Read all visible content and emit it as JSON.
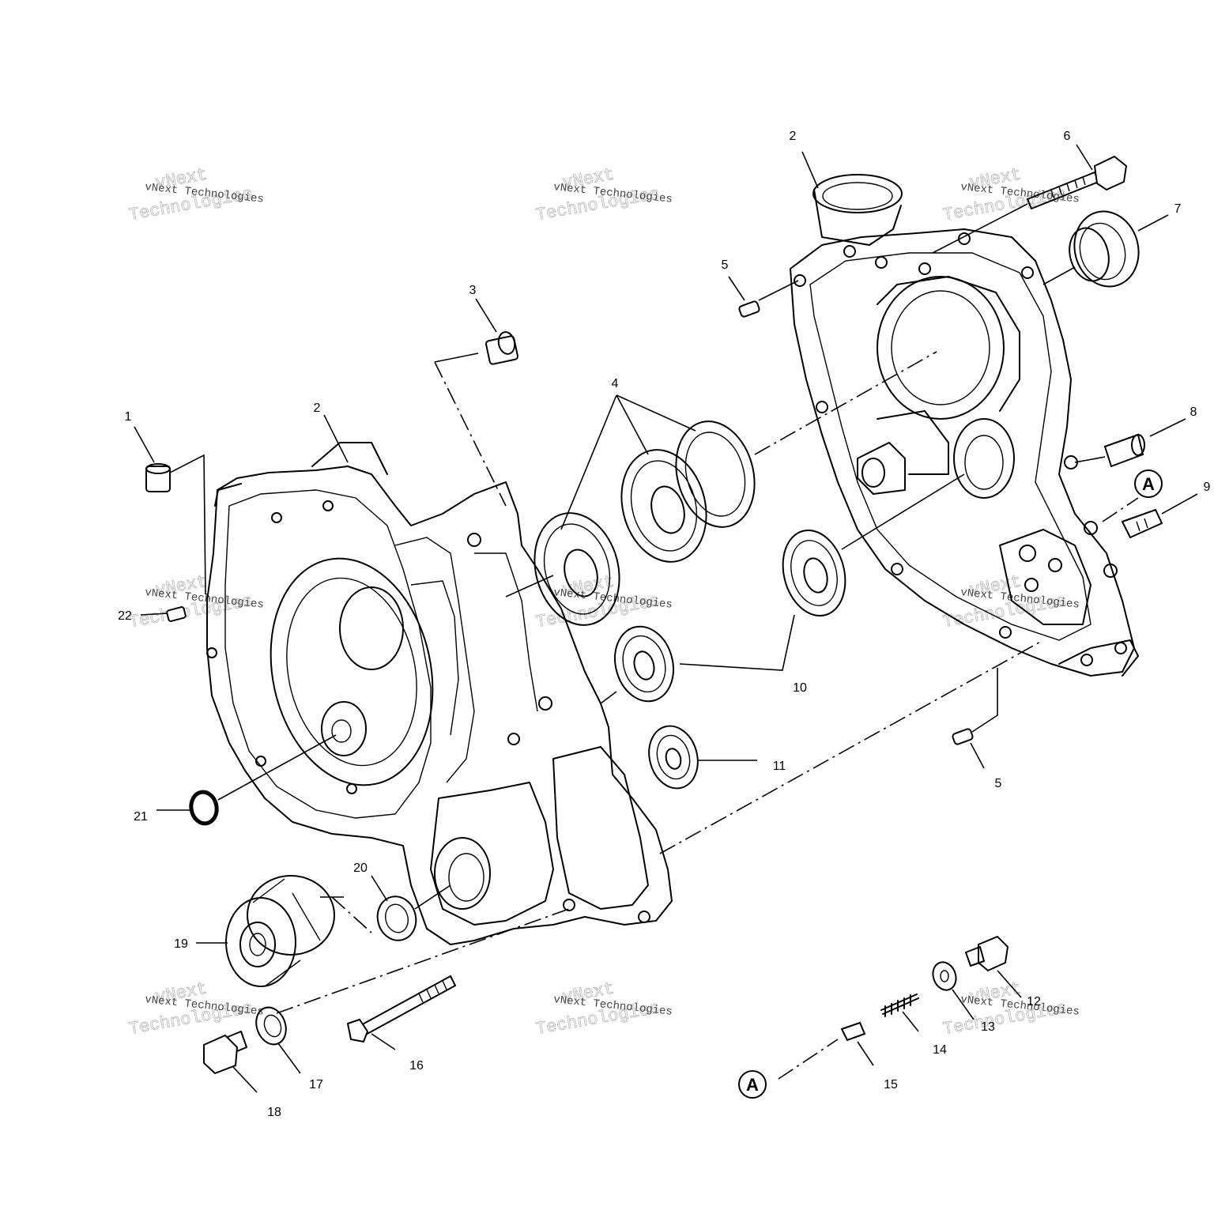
{
  "callouts": {
    "c1": "1",
    "c2_left": "2",
    "c2_right": "2",
    "c3": "3",
    "c4": "4",
    "c5_top": "5",
    "c5_bottom": "5",
    "c6": "6",
    "c7": "7",
    "c8": "8",
    "c9": "9",
    "c10": "10",
    "c11": "11",
    "c12": "12",
    "c13": "13",
    "c14": "14",
    "c15": "15",
    "c16": "16",
    "c17": "17",
    "c18": "18",
    "c19": "19",
    "c20": "20",
    "c21": "21",
    "c22": "22"
  },
  "reference_marks": {
    "ref_top": "A",
    "ref_bottom": "A"
  },
  "watermarks": {
    "brand_line1": "vNext",
    "brand_line2": "Technologies",
    "small": "vNext Technologies"
  }
}
